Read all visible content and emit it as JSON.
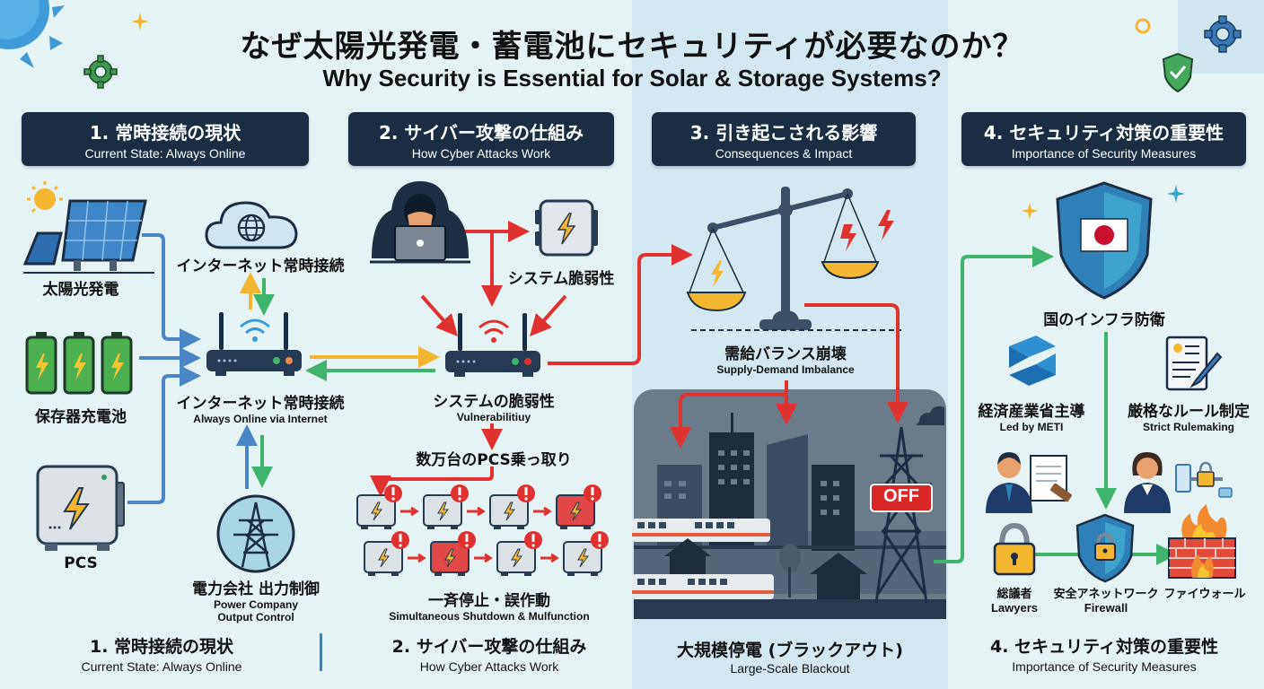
{
  "title": {
    "jp": "なぜ太陽光発電・蓄電池にセキュリティが必要なのか？",
    "en": "Why Security is Essential for Solar & Storage Systems?"
  },
  "sections": [
    {
      "jp": "1. 常時接続の現状",
      "en": "Current State: Always Online"
    },
    {
      "jp": "2. サイバー攻撃の仕組み",
      "en": "How Cyber Attacks Work"
    },
    {
      "jp": "3. 引き起こされる影響",
      "en": "Consequences & Impact"
    },
    {
      "jp": "4. セキュリティ対策の重要性",
      "en": "Importance of Security Measures"
    }
  ],
  "section1": {
    "solar": "太陽光発電",
    "battery": "保存器充電池",
    "pcs": "PCS",
    "cloud": "インターネット常時接続",
    "router_jp": "インターネット常時接続",
    "router_en": "Always Online via Internet",
    "power_jp": "電力会社 出力制御",
    "power_en1": "Power Company",
    "power_en2": "Output Control"
  },
  "section2": {
    "vuln_device": "システム脆弱性",
    "router_jp": "システムの脆弱性",
    "router_en": "Vulnerabilitiuy",
    "hijack": "数万台のPCS乗っ取り",
    "shutdown_jp": "一斉停止・誤作動",
    "shutdown_en": "Simultaneous Shutdown & Mulfunction"
  },
  "section3": {
    "imbalance_jp": "需給バランス崩壊",
    "imbalance_en": "Supply-Demand Imbalance",
    "off_label": "OFF",
    "blackout_jp": "大規模停電 (ブラックアウト)",
    "blackout_en": "Large-Scale Blackout"
  },
  "section4": {
    "defense": "国のインフラ防衛",
    "meti_jp": "経済産業省主導",
    "meti_en": "Led by METI",
    "rules_jp": "厳格なルール制定",
    "rules_en": "Strict Rulemaking",
    "lawyers_jp": "総議者",
    "lawyers_en": "Lawyers",
    "network_jp": "安全アネットワーク",
    "network_en": "Firewall",
    "firewall_jp": "ファイウォール"
  },
  "colors": {
    "header_bg": "#1b2d45",
    "attack_red": "#e03131",
    "flow_blue": "#4a86c5",
    "flow_green": "#3fb36b",
    "flow_yellow": "#f2b632"
  }
}
